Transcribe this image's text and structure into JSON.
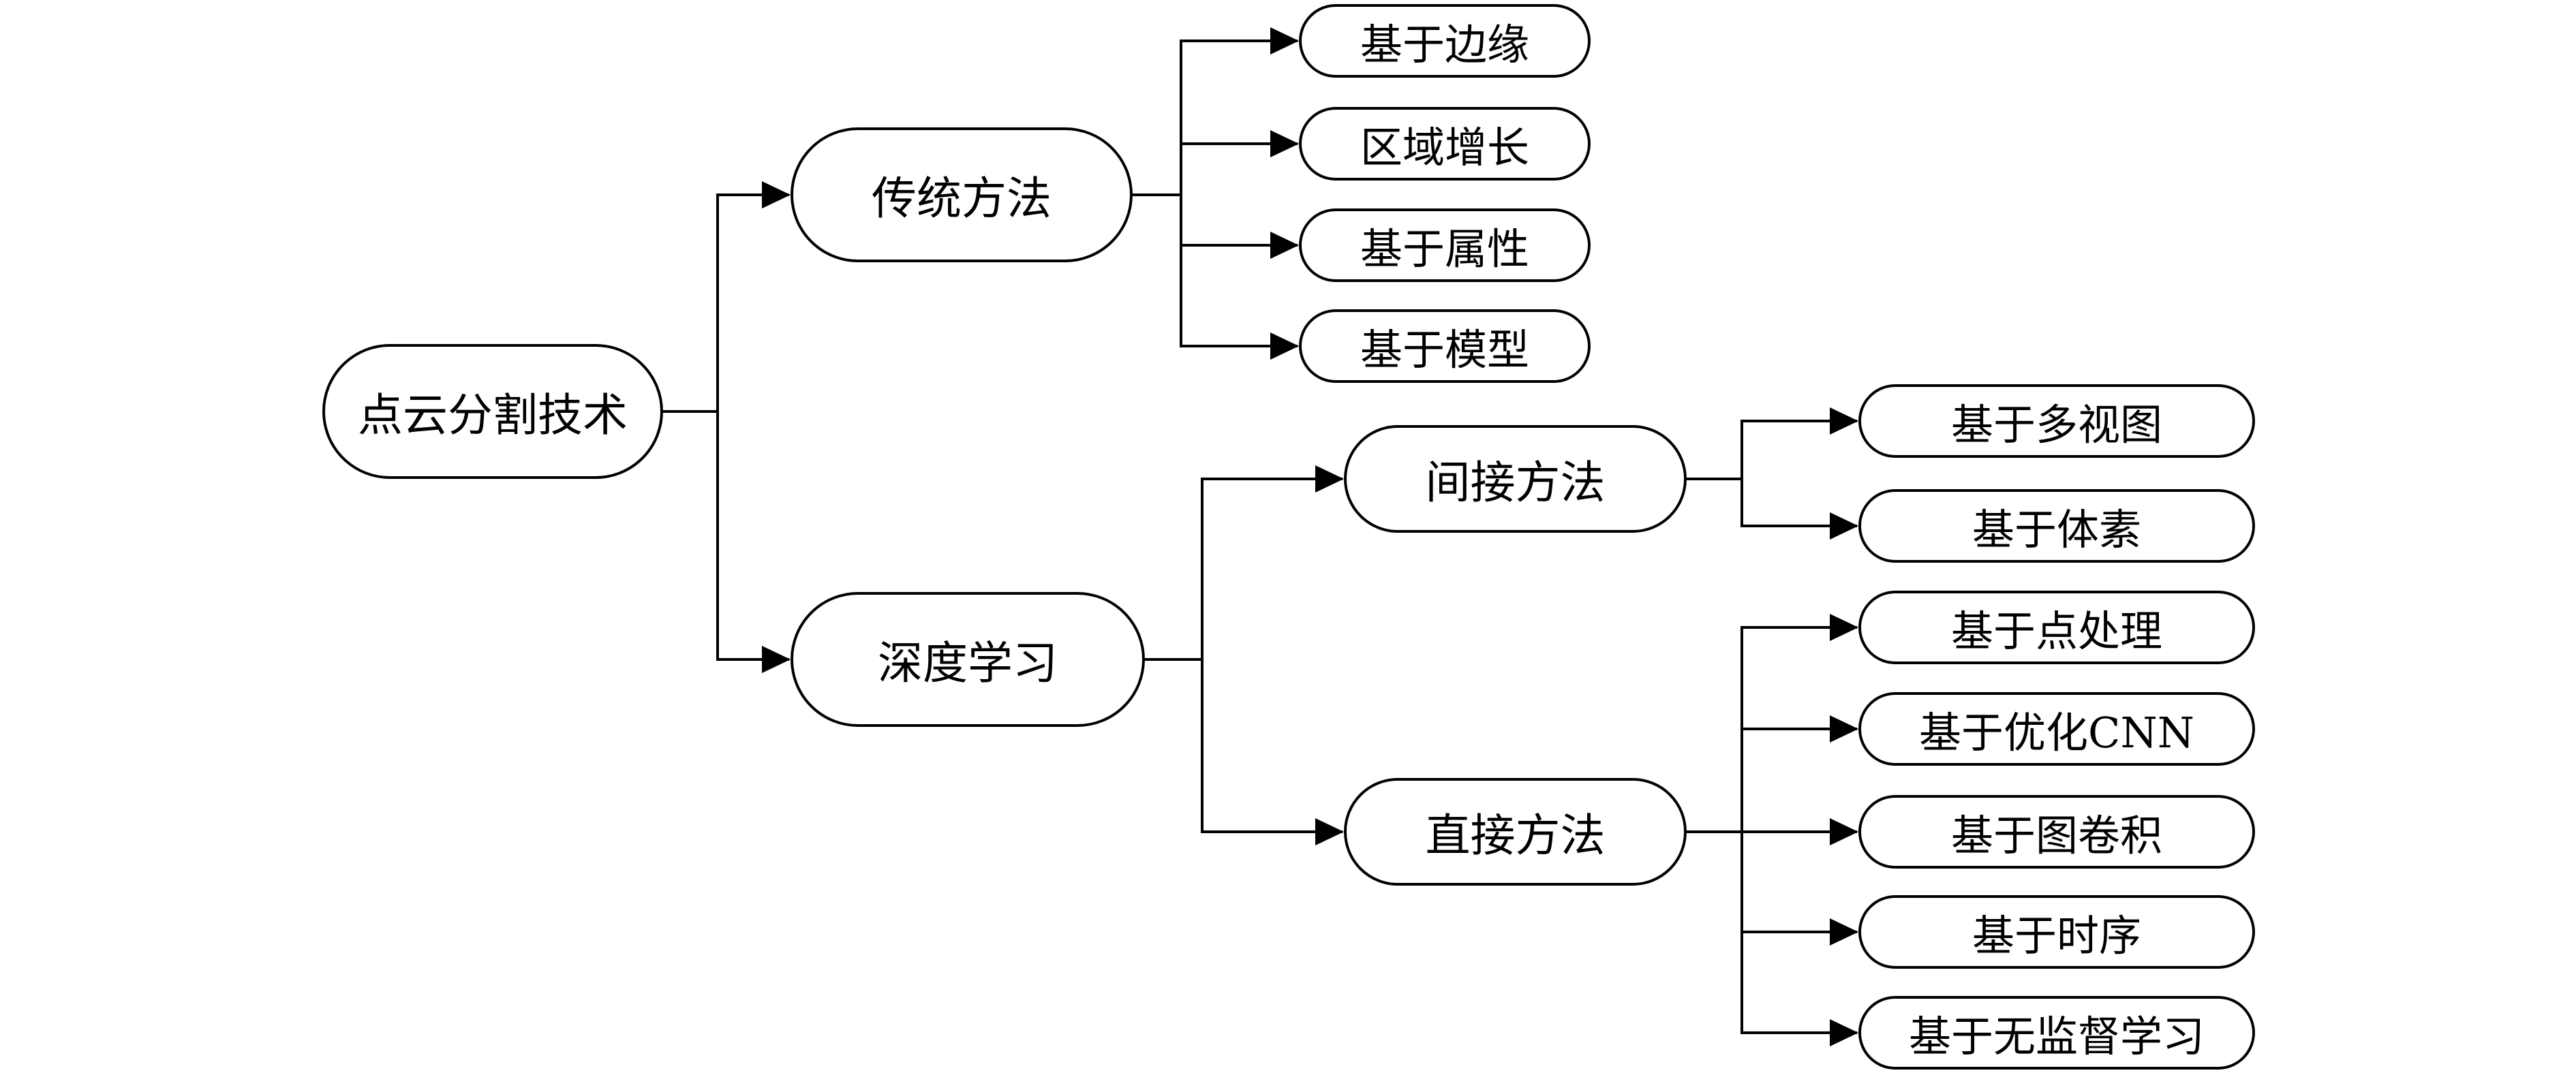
{
  "tree": {
    "root": "点云分割技术",
    "traditional": {
      "label": "传统方法",
      "children": [
        "基于边缘",
        "区域增长",
        "基于属性",
        "基于模型"
      ]
    },
    "deep": {
      "label": "深度学习",
      "indirect": {
        "label": "间接方法",
        "children": [
          "基于多视图",
          "基于体素"
        ]
      },
      "direct": {
        "label": "直接方法",
        "children": [
          "基于点处理",
          "基于优化CNN",
          "基于图卷积",
          "基于时序",
          "基于无监督学习"
        ]
      }
    }
  }
}
